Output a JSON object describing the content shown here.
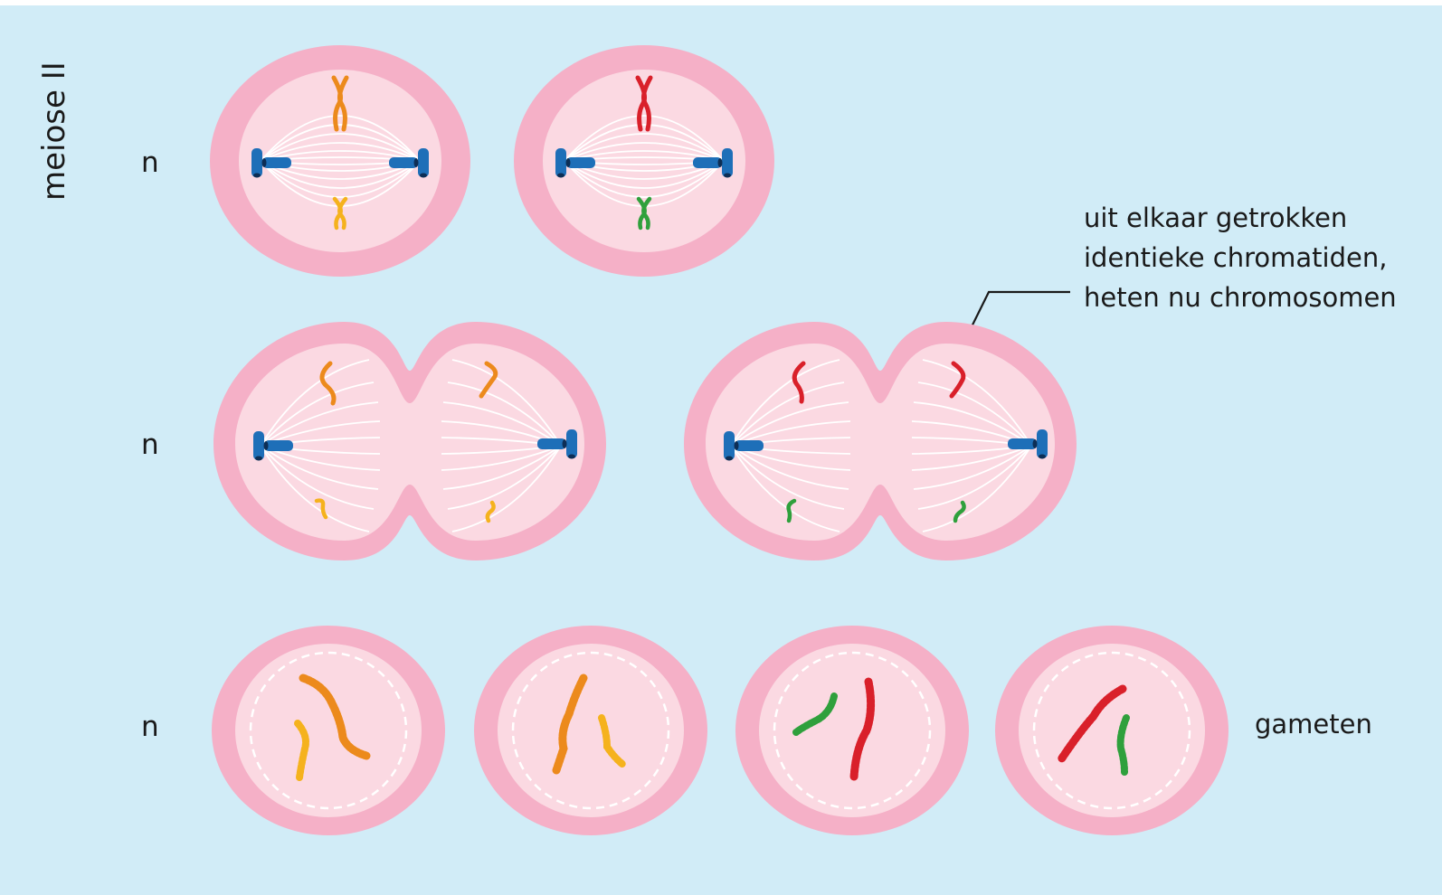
{
  "title": "meiose II",
  "ploidy_labels": [
    "n",
    "n",
    "n"
  ],
  "callout": {
    "lines": [
      "uit elkaar getrokken",
      "identieke chromatiden,",
      "heten nu chromosomen"
    ]
  },
  "gametes_label": "gameten",
  "colors": {
    "background": "#d1ecf7",
    "cell_outer": "#f5b0c7",
    "cell_inner": "#fbd9e2",
    "spindle": "#ffffff",
    "centriole": "#1e6fb8",
    "chrom_orange": "#ec8a1c",
    "chrom_yellow": "#f5b21d",
    "chrom_red": "#d9202a",
    "chrom_green": "#2fa03c"
  }
}
